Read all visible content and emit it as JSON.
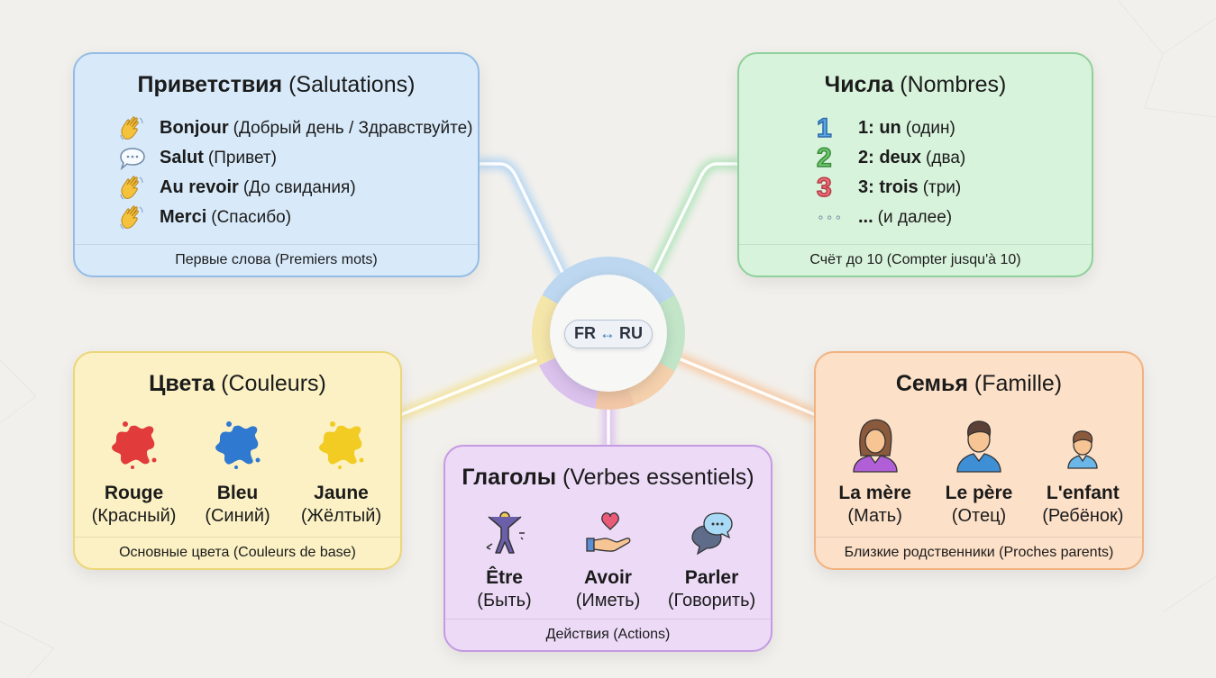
{
  "center": {
    "left": "FR",
    "arrow": "↔",
    "right": "RU",
    "arrow_icon": "left-right-arrow-icon"
  },
  "colors": {
    "greetings": "#d8eafa",
    "numbers": "#d8f3dc",
    "colors": "#fbf1c4",
    "verbs": "#ecdaf7",
    "family": "#fde0c8"
  },
  "greetings": {
    "title_ru": "Приветствия",
    "title_fr": "(Salutations)",
    "items": [
      {
        "icon": "waving-hand-icon",
        "fr": "Bonjour",
        "ru": "(Добрый день / Здравствуйте)"
      },
      {
        "icon": "speech-bubble-icon",
        "fr": "Salut",
        "ru": "(Привет)"
      },
      {
        "icon": "waving-hand-icon",
        "fr": "Au revoir",
        "ru": "(До свидания)"
      },
      {
        "icon": "waving-hand-icon",
        "fr": "Merci",
        "ru": "(Спасибо)"
      }
    ],
    "footer": "Первые слова (Premiers mots)"
  },
  "numbers": {
    "title_ru": "Числа",
    "title_fr": "(Nombres)",
    "items": [
      {
        "icon": "number-one-icon",
        "glyph": "1",
        "fr": "1: un",
        "ru": "(один)"
      },
      {
        "icon": "number-two-icon",
        "glyph": "2",
        "fr": "2: deux",
        "ru": "(два)"
      },
      {
        "icon": "number-three-icon",
        "glyph": "3",
        "fr": "3: trois",
        "ru": "(три)"
      },
      {
        "icon": "ellipsis-icon",
        "glyph": "∘∘∘",
        "fr": "...",
        "ru": "(и далее)"
      }
    ],
    "footer": "Счёт до 10 (Compter jusqu'à 10)"
  },
  "colors_card": {
    "title_ru": "Цвета",
    "title_fr": "(Couleurs)",
    "items": [
      {
        "icon": "red-splash-icon",
        "color": "#e23b3b",
        "fr": "Rouge",
        "ru": "(Красный)"
      },
      {
        "icon": "blue-splash-icon",
        "color": "#2f79d0",
        "fr": "Bleu",
        "ru": "(Синий)"
      },
      {
        "icon": "yellow-splash-icon",
        "color": "#f2cc22",
        "fr": "Jaune",
        "ru": "(Жёлтый)"
      }
    ],
    "footer": "Основные цвета (Couleurs de base)"
  },
  "verbs": {
    "title_ru": "Глаголы",
    "title_fr": "(Verbes essentiels)",
    "items": [
      {
        "icon": "person-jumping-icon",
        "fr": "Être",
        "ru": "(Быть)"
      },
      {
        "icon": "hand-heart-icon",
        "fr": "Avoir",
        "ru": "(Иметь)"
      },
      {
        "icon": "chat-bubbles-icon",
        "fr": "Parler",
        "ru": "(Говорить)"
      }
    ],
    "footer": "Действия (Actions)"
  },
  "family": {
    "title_ru": "Семья",
    "title_fr": "(Famille)",
    "items": [
      {
        "icon": "mother-icon",
        "fr": "La mère",
        "ru": "(Мать)"
      },
      {
        "icon": "father-icon",
        "fr": "Le père",
        "ru": "(Отец)"
      },
      {
        "icon": "child-icon",
        "fr": "L'enfant",
        "ru": "(Ребёнок)"
      }
    ],
    "footer": "Близкие родственники (Proches parents)"
  }
}
